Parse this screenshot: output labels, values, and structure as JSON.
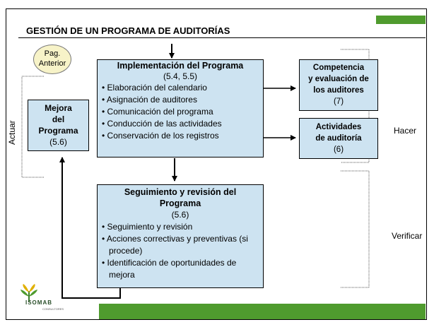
{
  "title": "GESTIÓN DE UN PROGRAMA DE AUDITORÍAS",
  "back_button": {
    "line1": "Pag.",
    "line2": "Anterior"
  },
  "labels": {
    "actuar": "Actuar",
    "hacer": "Hacer",
    "verificar": "Verificar"
  },
  "mejora": {
    "line1": "Mejora",
    "line2": "del",
    "line3": "Programa",
    "ref": "(5.6)"
  },
  "implementacion": {
    "title": "Implementación del Programa",
    "ref": "(5.4, 5.5)",
    "items": [
      "Elaboración del calendario",
      "Asignación de auditores",
      "Comunicación del programa",
      "Conducción de las actividades",
      "Conservación de los registros"
    ]
  },
  "competencia": {
    "line1": "Competencia",
    "line2": "y evaluación de",
    "line3": "los auditores",
    "ref": "(7)"
  },
  "actividades": {
    "line1": "Actividades",
    "line2": "de auditoría",
    "ref": "(6)"
  },
  "seguimiento": {
    "line1": "Seguimiento y revisión del",
    "line2": "Programa",
    "ref": "(5.6)",
    "items": [
      "Seguimiento y revisión",
      "Acciones correctivas y preventivas (si procede)",
      "Identificación de oportunidades de mejora"
    ]
  },
  "logo": {
    "name": "ISOMAB",
    "sub": "CONSULTORES"
  },
  "colors": {
    "box": "#cde3f1",
    "green": "#4f9b2e",
    "oval": "#f7f3c8"
  }
}
